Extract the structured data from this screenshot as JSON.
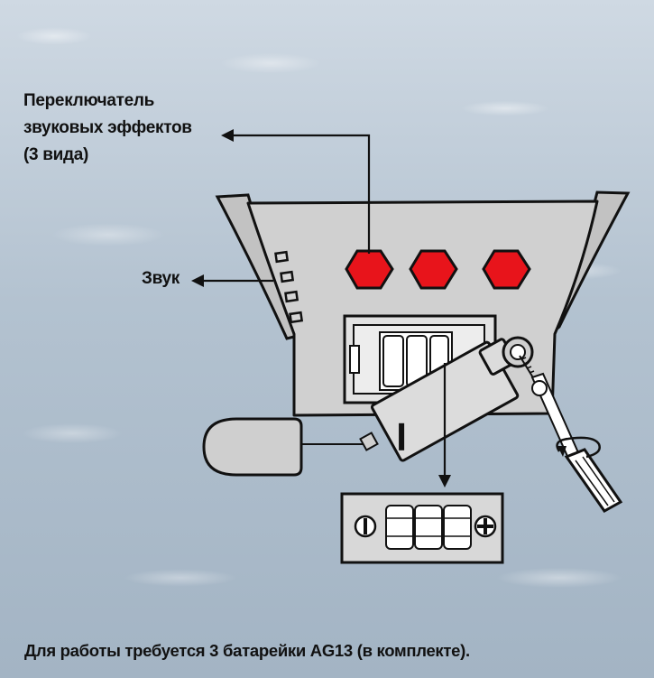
{
  "labels": {
    "switch_line1": "Переключатель",
    "switch_line2": "звуковых эффектов",
    "switch_line3": "(3 вида)",
    "sound": "Звук",
    "footer": "Для работы требуется 3 батарейки AG13 (в комплекте)."
  },
  "colors": {
    "button_red": "#e8141b",
    "device_gray": "#cfcfcf",
    "outline": "#111111"
  },
  "icons": [
    "minus-terminal-icon",
    "plus-terminal-icon",
    "screwdriver-icon",
    "rotate-arrow-icon"
  ]
}
